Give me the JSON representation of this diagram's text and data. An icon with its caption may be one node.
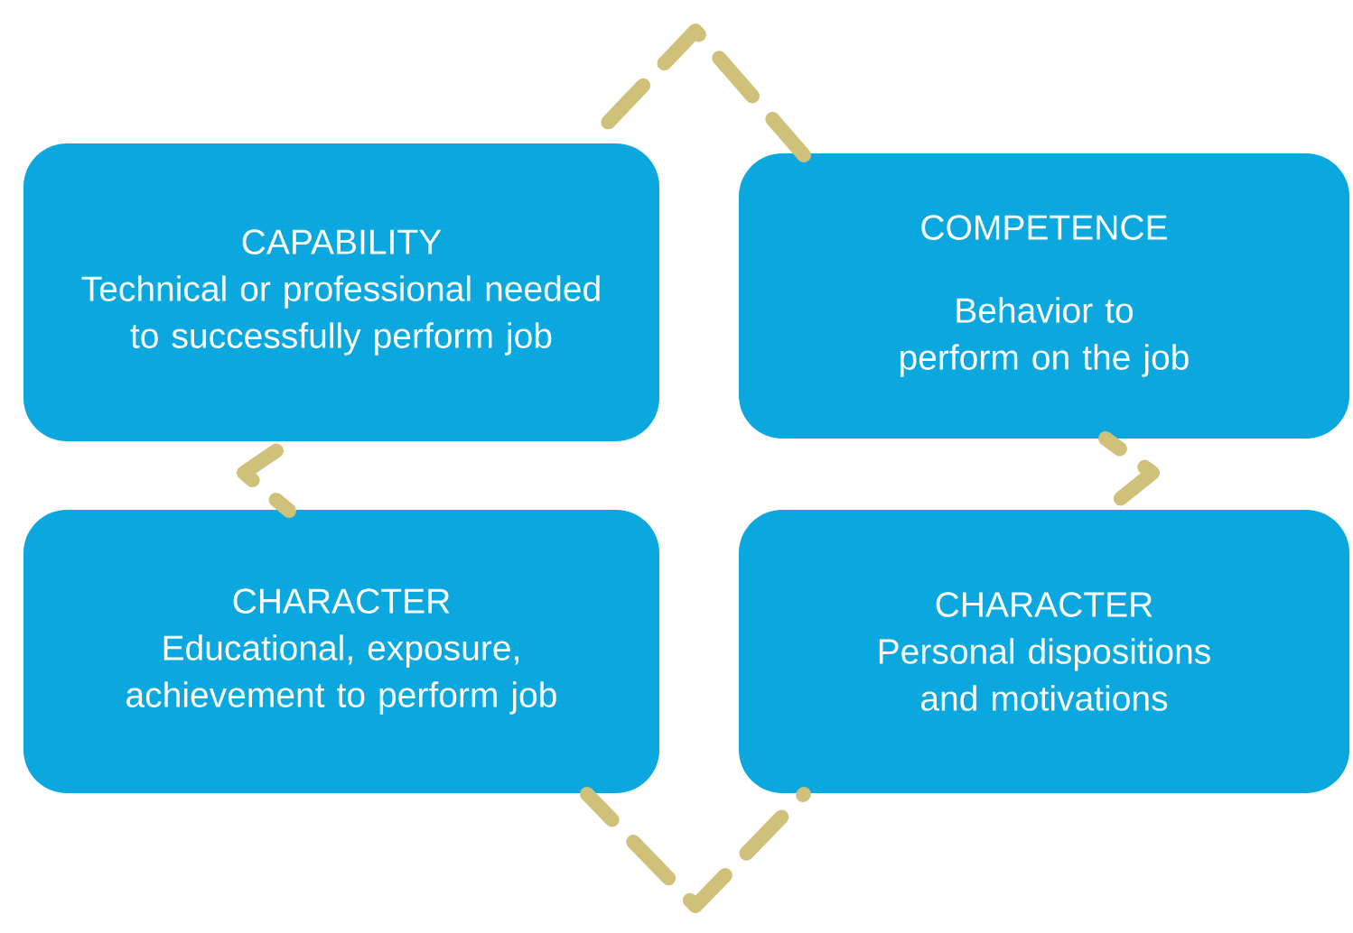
{
  "diagram": {
    "nodes": [
      {
        "text": [
          "CAPABILITY",
          "Technical or professional needed to successfully perform job"
        ]
      },
      {
        "text": [
          "COMPETENCE",
          "Behavior to perform on the job"
        ]
      },
      {
        "text": [
          "CHARACTER",
          "Educational, exposure, achievement to perform job"
        ]
      },
      {
        "text": [
          "CHARACTER",
          "Personal dispositions and motivations"
        ]
      }
    ],
    "edges": [
      {
        "from": 0,
        "to": 1,
        "arrow": "none"
      },
      {
        "from": 1,
        "to": 3,
        "arrow": "none"
      },
      {
        "from": 3,
        "to": 2,
        "arrow": "none"
      },
      {
        "from": 2,
        "to": 0,
        "arrow": "none"
      }
    ]
  }
}
